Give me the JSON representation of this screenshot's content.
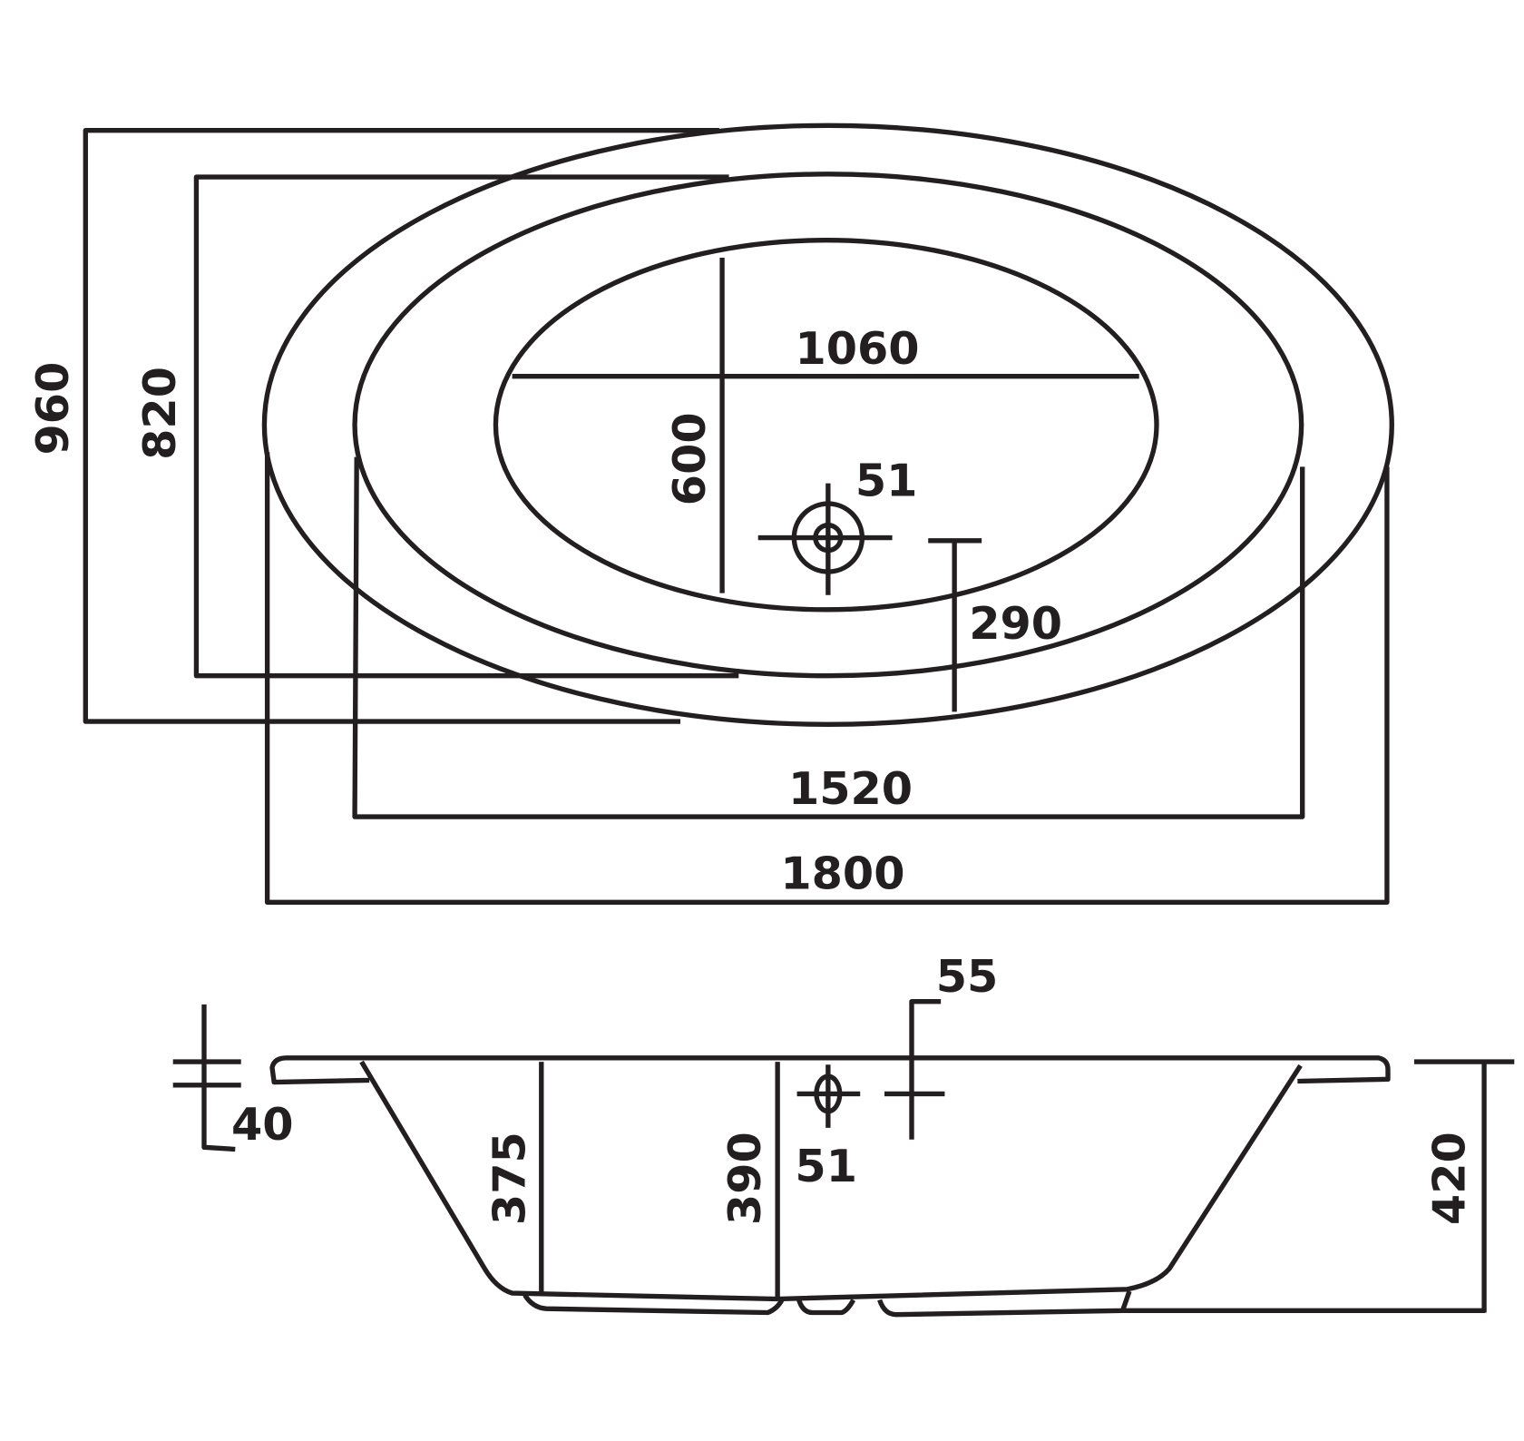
{
  "colors": {
    "line": "#231f20",
    "background": "#ffffff"
  },
  "top_view": {
    "overall_width": "960",
    "rim_width": "820",
    "inner_length": "1060",
    "inner_width": "600",
    "waste_diameter": "51",
    "waste_offset": "290",
    "bowl_length": "1520",
    "overall_length": "1800"
  },
  "side_view": {
    "rim_thickness": "40",
    "overflow_offset": "55",
    "waste_diameter": "51",
    "depth_375": "375",
    "depth_390": "390",
    "overall_height": "420"
  }
}
